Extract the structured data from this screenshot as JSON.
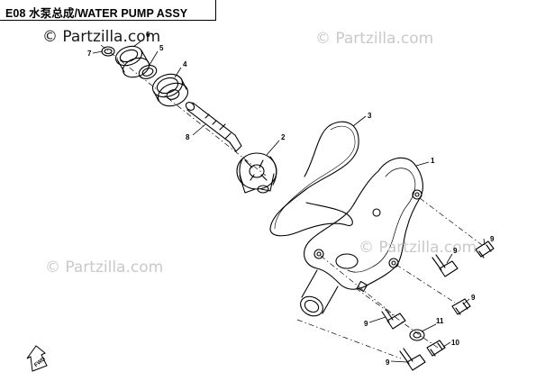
{
  "title": "E08 水泵总成/WATER PUMP ASSY",
  "watermarks": {
    "top_left": "© Partzilla.com",
    "top_right": "© Partzilla.com",
    "mid_left": "© Partzilla.com",
    "mid_right": "© Partzilla.com"
  },
  "callouts": [
    "1",
    "2",
    "3",
    "4",
    "5",
    "6",
    "7",
    "8",
    "9",
    "9",
    "9",
    "9",
    "9",
    "10",
    "11"
  ],
  "direction_label": "FWD"
}
